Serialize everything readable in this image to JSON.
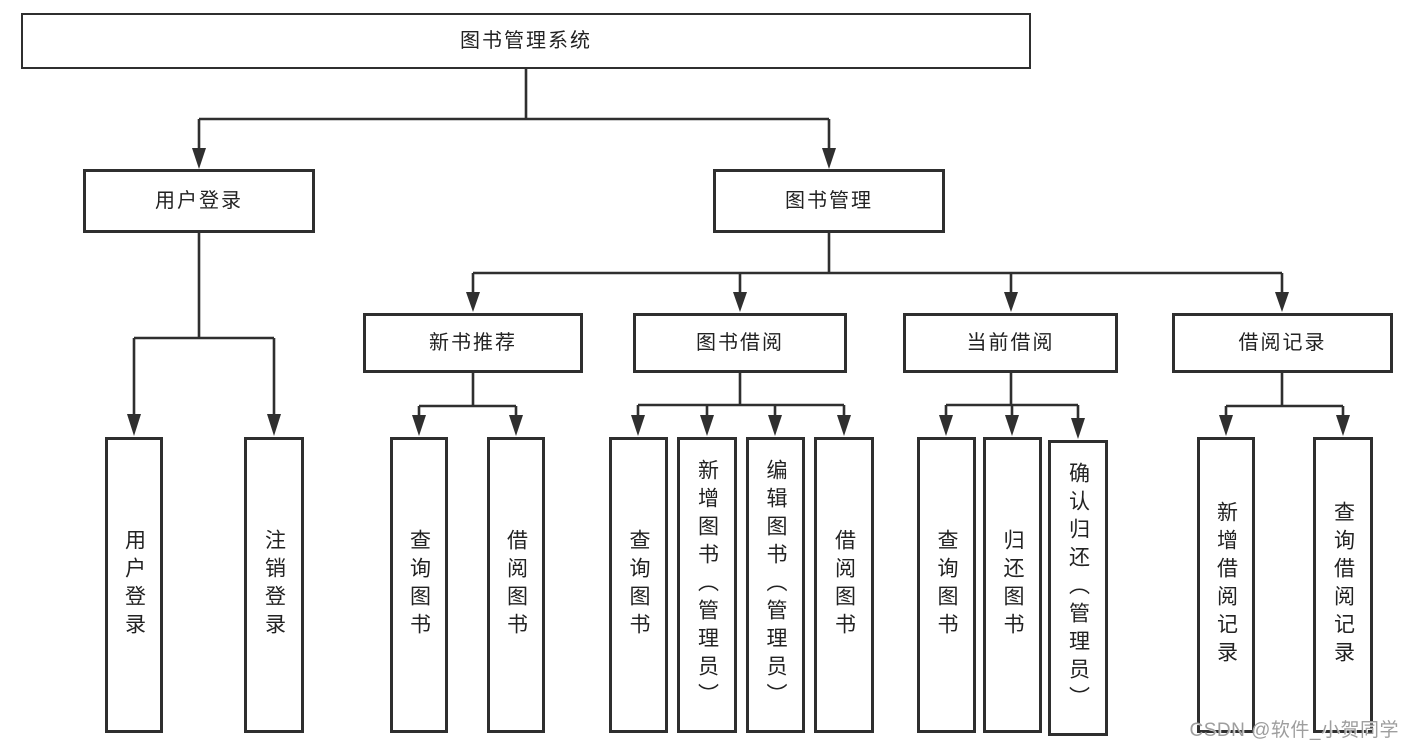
{
  "tree": {
    "label": "图书管理系统",
    "children": [
      {
        "label": "用户登录",
        "children": [
          {
            "label": "用户登录"
          },
          {
            "label": "注销登录"
          }
        ]
      },
      {
        "label": "图书管理",
        "children": [
          {
            "label": "新书推荐",
            "children": [
              {
                "label": "查询图书"
              },
              {
                "label": "借阅图书"
              }
            ]
          },
          {
            "label": "图书借阅",
            "children": [
              {
                "label": "查询图书"
              },
              {
                "label": "新增图书（管理员）"
              },
              {
                "label": "编辑图书（管理员）"
              },
              {
                "label": "借阅图书"
              }
            ]
          },
          {
            "label": "当前借阅",
            "children": [
              {
                "label": "查询图书"
              },
              {
                "label": "归还图书"
              },
              {
                "label": "确认归还（管理员）"
              }
            ]
          },
          {
            "label": "借阅记录",
            "children": [
              {
                "label": "新增借阅记录"
              },
              {
                "label": "查询借阅记录"
              }
            ]
          }
        ]
      }
    ]
  },
  "watermark": "CSDN @软件_小贺同学",
  "colors": {
    "line": "#2f2f2f",
    "box_border": "#2f2f2f",
    "text": "#222222",
    "watermark": "#9e9e9e",
    "background": "#ffffff"
  }
}
